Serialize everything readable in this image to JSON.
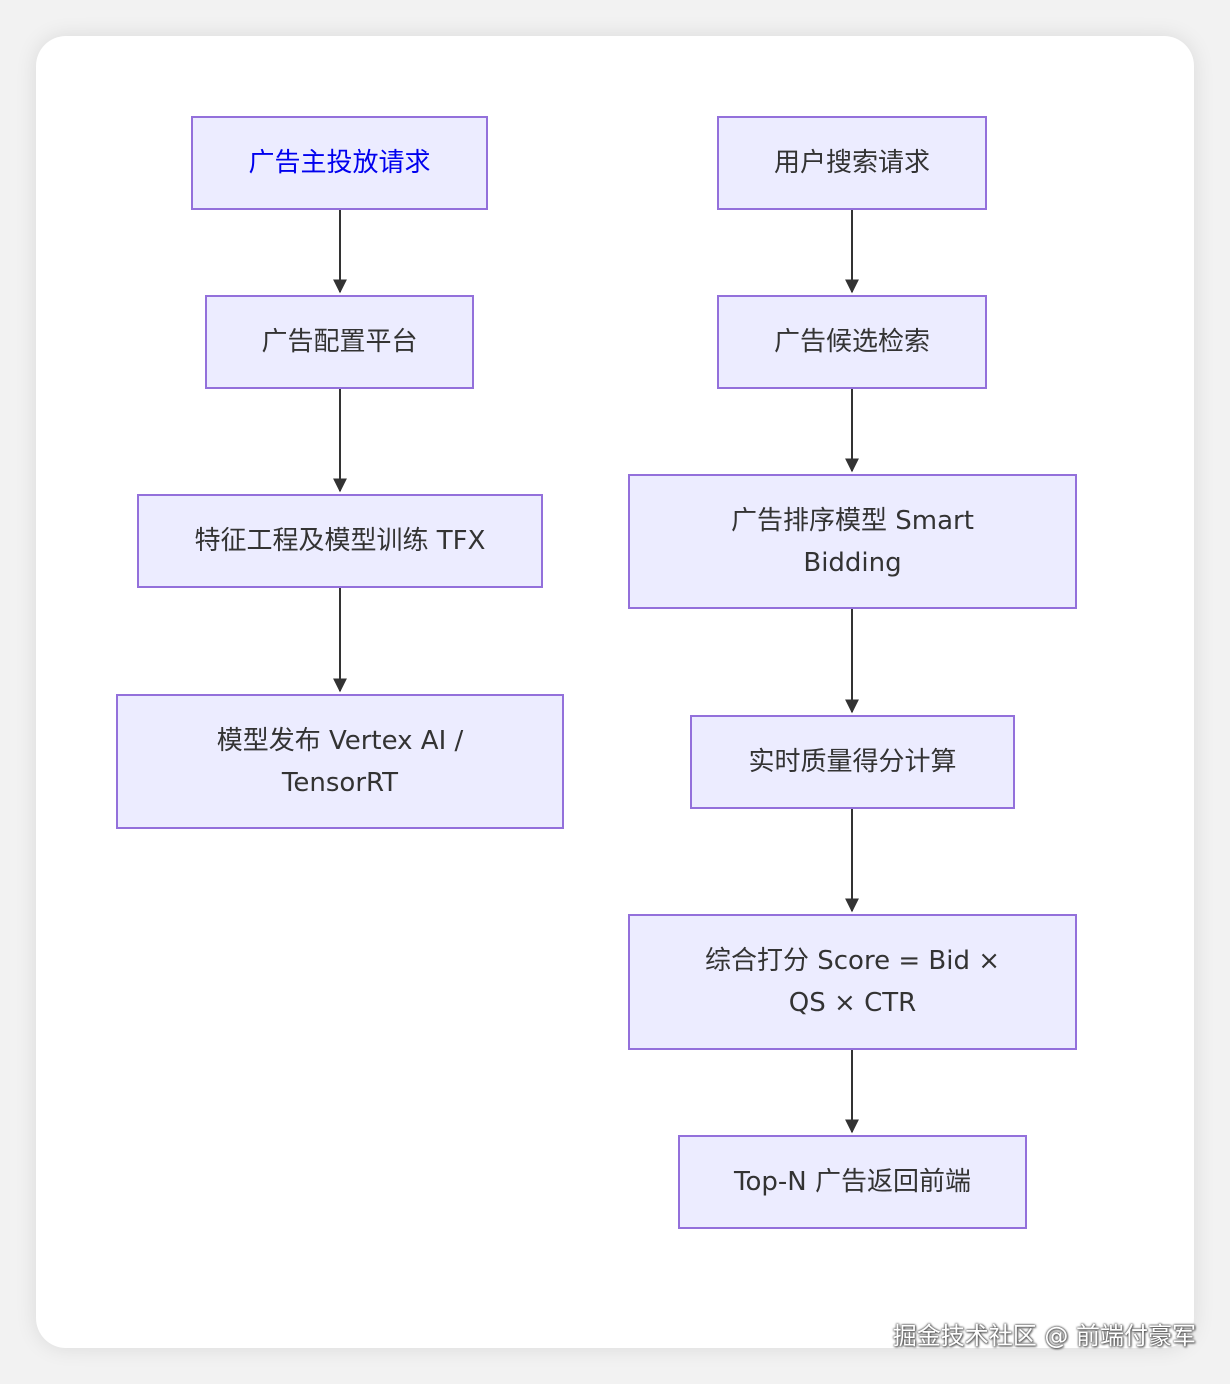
{
  "diagram": {
    "type": "flowchart",
    "colors": {
      "node_fill": "#ececff",
      "node_border": "#9370db",
      "edge": "#333333",
      "highlight_text": "#0000ee"
    },
    "left_flow": [
      {
        "id": "n1",
        "label": "广告主投放请求"
      },
      {
        "id": "n2",
        "label": "广告配置平台"
      },
      {
        "id": "n3",
        "label": "特征工程及模型训练 TFX"
      },
      {
        "id": "n4",
        "label": "模型发布 Vertex AI / TensorRT"
      }
    ],
    "right_flow": [
      {
        "id": "m1",
        "label": "用户搜索请求"
      },
      {
        "id": "m2",
        "label": "广告候选检索"
      },
      {
        "id": "m3",
        "label": "广告排序模型 Smart Bidding"
      },
      {
        "id": "m4",
        "label": "实时质量得分计算"
      },
      {
        "id": "m5",
        "label": "综合打分 Score = Bid × QS × CTR"
      },
      {
        "id": "m6",
        "label": "Top-N 广告返回前端"
      }
    ],
    "edges": [
      [
        "n1",
        "n2"
      ],
      [
        "n2",
        "n3"
      ],
      [
        "n3",
        "n4"
      ],
      [
        "m1",
        "m2"
      ],
      [
        "m2",
        "m3"
      ],
      [
        "m3",
        "m4"
      ],
      [
        "m4",
        "m5"
      ],
      [
        "m5",
        "m6"
      ]
    ]
  },
  "watermark": "掘金技术社区 @ 前端付豪军"
}
